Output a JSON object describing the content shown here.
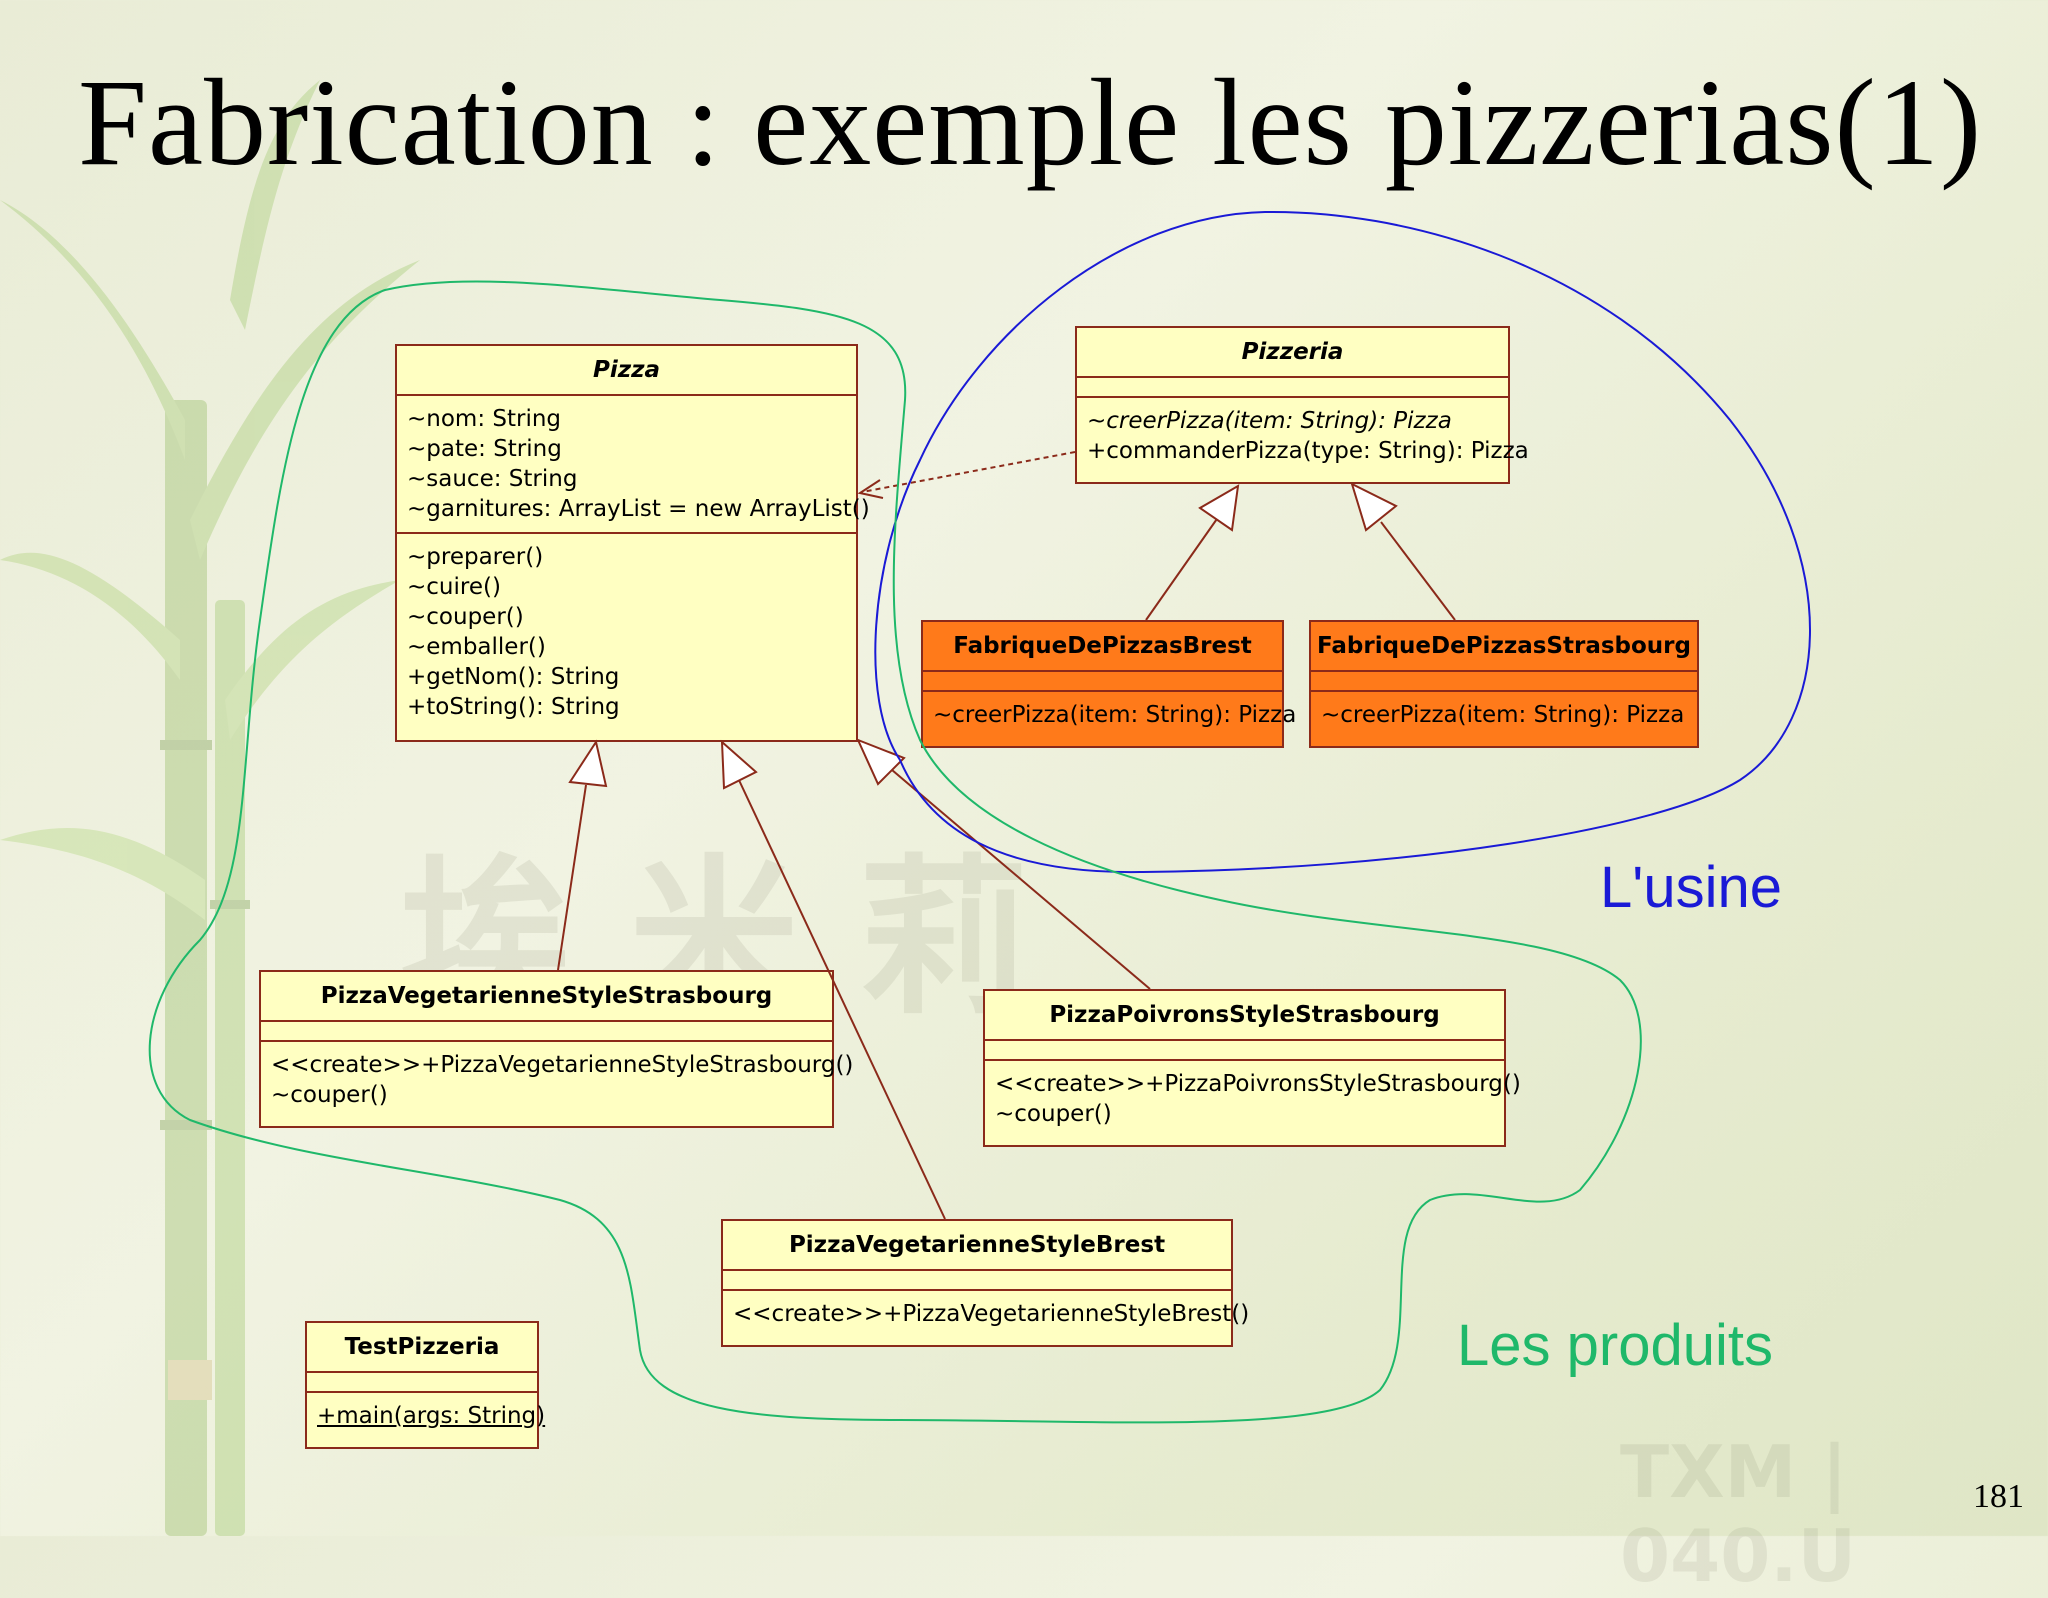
{
  "title": "Fabrication : exemple les pizzerias(1)",
  "page_number": "181",
  "labels": {
    "factory": "L'usine",
    "products": "Les produits"
  },
  "colors": {
    "class_fill": "#ffffc2",
    "factory_fill": "#ff7a1a",
    "border": "#8b2a1a",
    "factory_outline": "#1a1ad6",
    "products_outline": "#1fb86a"
  },
  "classes": {
    "pizza": {
      "name": "Pizza",
      "attributes": [
        "~nom: String",
        "~pate: String",
        "~sauce: String",
        "~garnitures: ArrayList = new ArrayList()"
      ],
      "methods": [
        "~preparer()",
        "~cuire()",
        "~couper()",
        "~emballer()",
        "+getNom(): String",
        "+toString(): String"
      ]
    },
    "pizzeria": {
      "name": "Pizzeria",
      "methods": [
        "~creerPizza(item: String): Pizza",
        "+commanderPizza(type: String): Pizza"
      ]
    },
    "fabrique_brest": {
      "name": "FabriqueDePizzasBrest",
      "methods": [
        "~creerPizza(item: String): Pizza"
      ]
    },
    "fabrique_strasbourg": {
      "name": "FabriqueDePizzasStrasbourg",
      "methods": [
        "~creerPizza(item: String): Pizza"
      ]
    },
    "veg_strasbourg": {
      "name": "PizzaVegetarienneStyleStrasbourg",
      "methods": [
        "<<create>>+PizzaVegetarienneStyleStrasbourg()",
        "~couper()"
      ]
    },
    "poivrons_strasbourg": {
      "name": "PizzaPoivronsStyleStrasbourg",
      "methods": [
        "<<create>>+PizzaPoivronsStyleStrasbourg()",
        "~couper()"
      ]
    },
    "veg_brest": {
      "name": "PizzaVegetarienneStyleBrest",
      "methods": [
        "<<create>>+PizzaVegetarienneStyleBrest()"
      ]
    },
    "test": {
      "name": "TestPizzeria",
      "methods": [
        "+main(args: String)"
      ]
    }
  }
}
